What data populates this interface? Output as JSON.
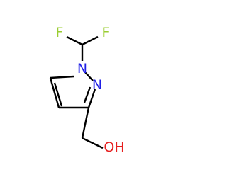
{
  "molecule": {
    "atoms": {
      "f_left": "F",
      "f_right": "F",
      "n1": "N",
      "n2": "N",
      "oh": "OH"
    },
    "colors": {
      "fluorine": "#9acd32",
      "nitrogen": "#1f1fe6",
      "oxygen": "#e61f1f",
      "bond": "#000000",
      "background": "#ffffff"
    }
  }
}
